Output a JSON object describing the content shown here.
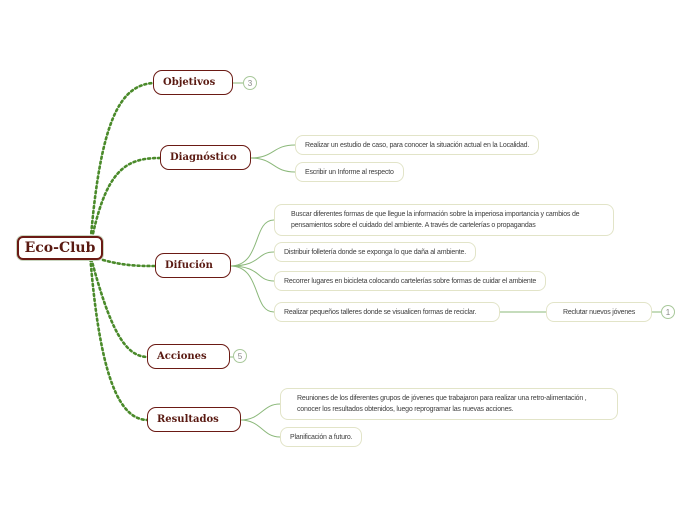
{
  "root": {
    "label": "Eco-Club"
  },
  "branches": [
    {
      "label": "Objetivos",
      "collapsed_count": "3"
    },
    {
      "label": "Diagnóstico",
      "children": [
        "Realizar un estudio de caso, para conocer la situación actual en la Localidad.",
        "Escribir un Informe al respecto"
      ]
    },
    {
      "label": "Difución",
      "children": [
        "Buscar diferentes formas de que llegue la información sobre la imperiosa importancia y cambios de pensamientos sobre el cuidado del ambiente. A través de cartelerías o propagandas",
        "Distribuir folletería donde se exponga lo que daña al ambiente.",
        "Recorrer lugares en bicicleta   colocando cartelerías sobre formas de cuidar el ambiente",
        "Realizar pequeños talleres donde se visualicen formas de reciclar."
      ],
      "sub_child": {
        "label": "Reclutar nuevos jóvenes",
        "collapsed_count": "1"
      }
    },
    {
      "label": "Acciones",
      "collapsed_count": "5"
    },
    {
      "label": "Resultados",
      "children": [
        "Reuniones de los diferentes grupos  de jóvenes que trabajaron para realizar una retro-alimentación , conocer los resultados obtenidos, luego reprogramar las nuevas acciones.",
        "Planificación a    futuro."
      ]
    }
  ],
  "colors": {
    "branch_border": "#6b1a14",
    "root_link": "#4a8a2a",
    "leaf_link": "#8bb87a"
  }
}
